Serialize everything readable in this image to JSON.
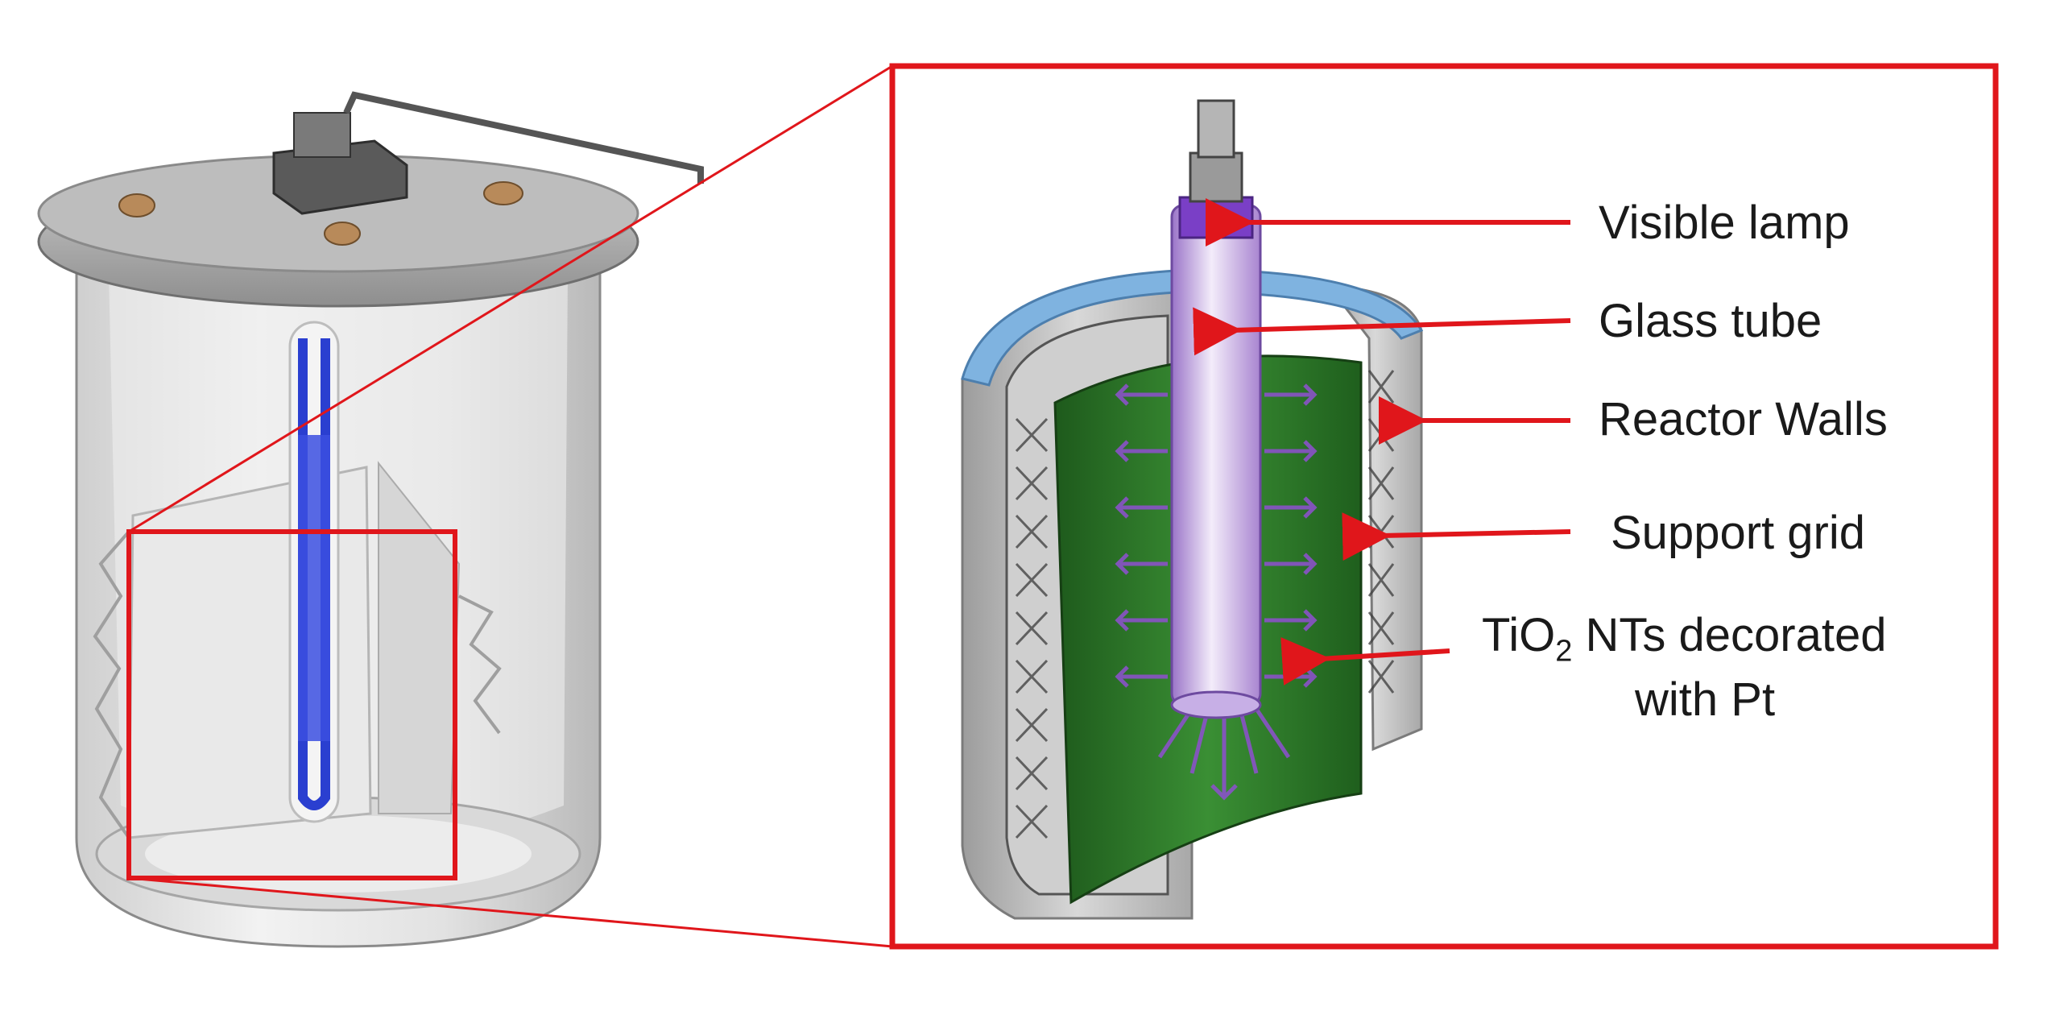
{
  "callouts": {
    "visible_lamp": "Visible lamp",
    "glass_tube": "Glass tube",
    "reactor_walls": "Reactor Walls",
    "support_grid": "Support grid",
    "tio2_prefix": "TiO",
    "tio2_sub": "2",
    "tio2_suffix": " NTs decorated",
    "tio2_line2": "with Pt"
  },
  "colors": {
    "callout_red": "#e0161b",
    "catalyst_green": "#2f7d2a",
    "lamp_purple": "#b58fd8",
    "lamp_blue": "#2a3fd0",
    "reactor_grey": "#c9c9c9",
    "rim_blue": "#7fb3e0"
  }
}
